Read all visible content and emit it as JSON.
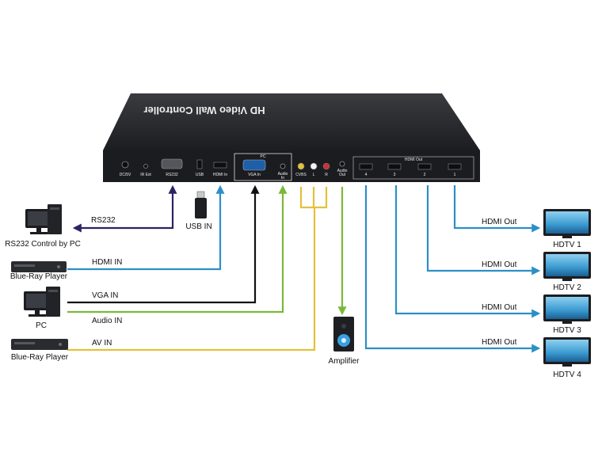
{
  "device": {
    "title": "HD Video Wall Controller",
    "ports": {
      "dc": "DC/5V",
      "ir": "IR Ext",
      "rs232": "RS232",
      "usb": "USB",
      "hdmi_in": "HDMI In",
      "pc_group": "PC",
      "vga_in": "VGA In",
      "audio_in_1": "Audio",
      "audio_in_2": "In",
      "cvbs": "CVBS",
      "l": "L",
      "r": "R",
      "audio_out_1": "Audio",
      "audio_out_2": "Out",
      "hdmi_out_group": "HDMI Out",
      "out4": "4",
      "out3": "3",
      "out2": "2",
      "out1": "1"
    }
  },
  "sources": {
    "rs232_pc": "RS232 Control by PC",
    "bluray1": "Blue-Ray Player",
    "pc": "PC",
    "bluray2": "Blue-Ray Player",
    "usb_in": "USB IN",
    "amplifier": "Amplifier"
  },
  "links": {
    "rs232": "RS232",
    "hdmi_in": "HDMI IN",
    "vga_in": "VGA IN",
    "audio_in": "Audio IN",
    "av_in": "AV IN"
  },
  "outputs": [
    {
      "link": "HDMI Out",
      "tv": "HDTV 1"
    },
    {
      "link": "HDMI Out",
      "tv": "HDTV 2"
    },
    {
      "link": "HDMI Out",
      "tv": "HDTV 3"
    },
    {
      "link": "HDMI Out",
      "tv": "HDTV 4"
    }
  ],
  "colors": {
    "rs232": "#2a2464",
    "hdmi": "#2c8fc6",
    "vga": "#111111",
    "audio": "#7ab83a",
    "av": "#e3c13a",
    "device_body": "#26272b"
  }
}
